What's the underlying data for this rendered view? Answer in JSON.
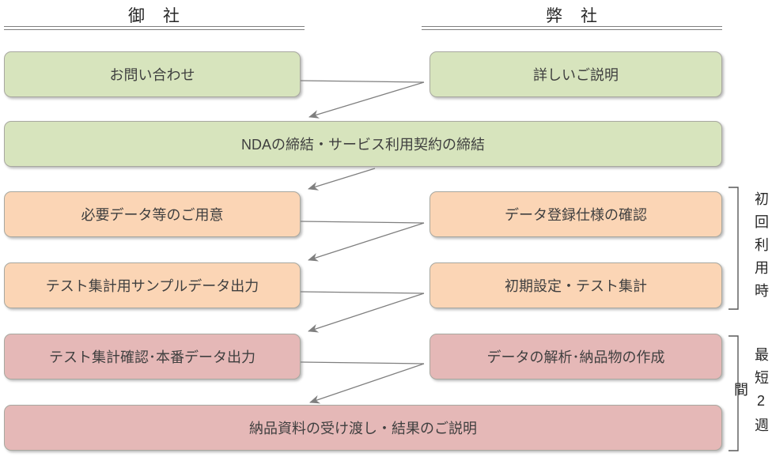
{
  "columns": {
    "left_header": "御　社",
    "right_header": "弊　社"
  },
  "steps": [
    {
      "label": "お問い合わせ",
      "actor": "customer",
      "phase": "green"
    },
    {
      "label": "詳しいご説明",
      "actor": "vendor",
      "phase": "green"
    },
    {
      "label": "NDAの締結・サービス利用契約の締結",
      "actor": "both",
      "phase": "green"
    },
    {
      "label": "必要データ等のご用意",
      "actor": "customer",
      "phase": "orange"
    },
    {
      "label": "データ登録仕様の確認",
      "actor": "vendor",
      "phase": "orange"
    },
    {
      "label": "テスト集計用サンプルデータ出力",
      "actor": "customer",
      "phase": "orange"
    },
    {
      "label": "初期設定・テスト集計",
      "actor": "vendor",
      "phase": "orange"
    },
    {
      "label": "テスト集計確認･本番データ出力",
      "actor": "customer",
      "phase": "pink"
    },
    {
      "label": "データの解析･納品物の作成",
      "actor": "vendor",
      "phase": "pink"
    },
    {
      "label": "納品資料の受け渡し・結果のご説明",
      "actor": "both",
      "phase": "pink"
    }
  ],
  "annotations": {
    "first_use": "初回利用時",
    "duration": "最短2週間"
  },
  "colors": {
    "step-green": "#d7e4bd",
    "step-orange": "#fbd5b5",
    "step-pink": "#e5b8b7",
    "box-border": "#a8a8a0",
    "arrow": "#7f7f7f",
    "bracket": "#595959",
    "text": "#3f3f3f",
    "underline": "#7f7f7f"
  }
}
